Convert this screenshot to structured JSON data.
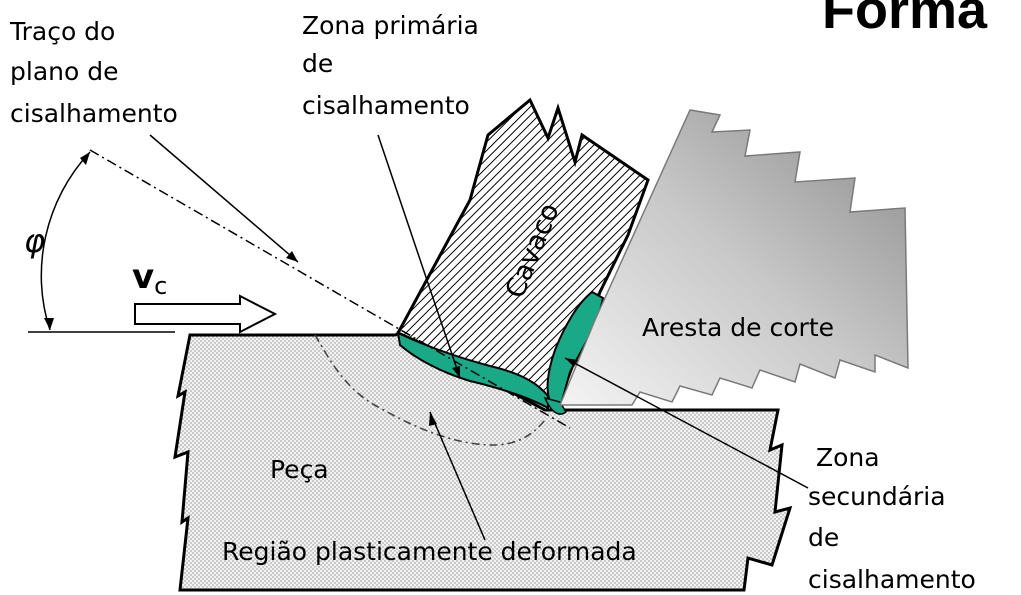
{
  "title_fragment": "Forma",
  "labels": {
    "shear_plane_trace": [
      "Traço do",
      "plano de",
      "cisalhamento"
    ],
    "primary_zone": [
      "Zona primária",
      "de",
      "cisalhamento"
    ],
    "secondary_zone": [
      "Zona",
      "secundária",
      "de",
      "cisalhamento"
    ],
    "chip": "Cavaco",
    "cutting_edge": "Aresta de corte",
    "workpiece": "Peça",
    "plastic_region": "Região plasticamente deformada",
    "shear_angle_symbol": "φ",
    "velocity_symbol": "v",
    "velocity_subscript": "c"
  },
  "colors": {
    "shear_zone": "#1aa987",
    "outline": "#000000",
    "workpiece_fill": "#ececec",
    "tool_light": "#f2f2f2",
    "tool_dark": "#8a8a8a"
  }
}
